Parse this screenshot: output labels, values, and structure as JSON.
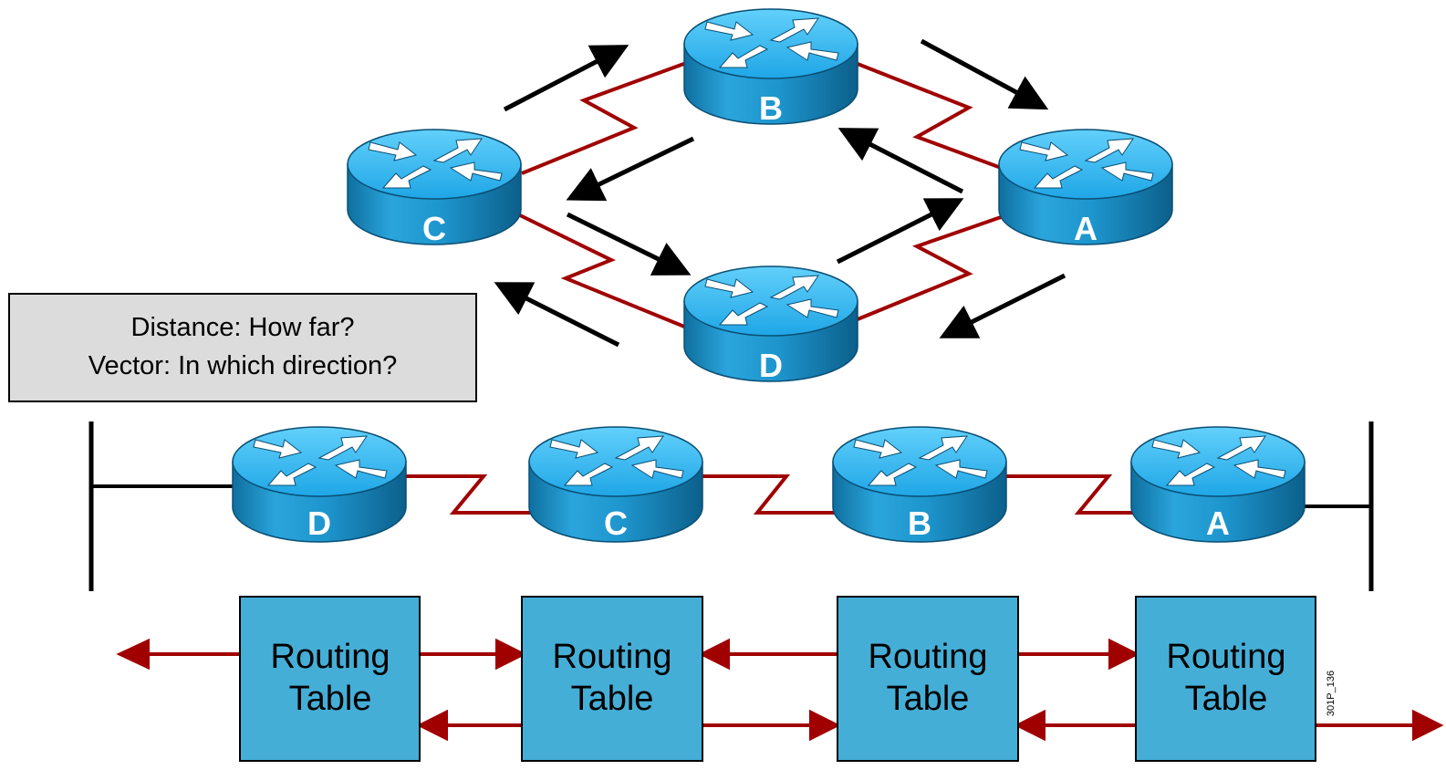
{
  "top_routers": [
    {
      "id": "B",
      "label": "B"
    },
    {
      "id": "C",
      "label": "C"
    },
    {
      "id": "A",
      "label": "A"
    },
    {
      "id": "D",
      "label": "D"
    }
  ],
  "note": {
    "line1": "Distance: How far?",
    "line2": "Vector: In which direction?"
  },
  "chain_routers": [
    {
      "id": "D",
      "label": "D"
    },
    {
      "id": "C",
      "label": "C"
    },
    {
      "id": "B",
      "label": "B"
    },
    {
      "id": "A",
      "label": "A"
    }
  ],
  "routing_tables": [
    {
      "line1": "Routing",
      "line2": "Table"
    },
    {
      "line1": "Routing",
      "line2": "Table"
    },
    {
      "line1": "Routing",
      "line2": "Table"
    },
    {
      "line1": "Routing",
      "line2": "Table"
    }
  ],
  "figure_code": "301P_136",
  "colors": {
    "router_top": "#2fb4ee",
    "router_side": "#1a8cc4",
    "serial_link": "#a00000",
    "table_fill": "#45aed6",
    "note_fill": "#dcdcdc",
    "arrow": "#000000",
    "update_arrow": "#a00000"
  }
}
